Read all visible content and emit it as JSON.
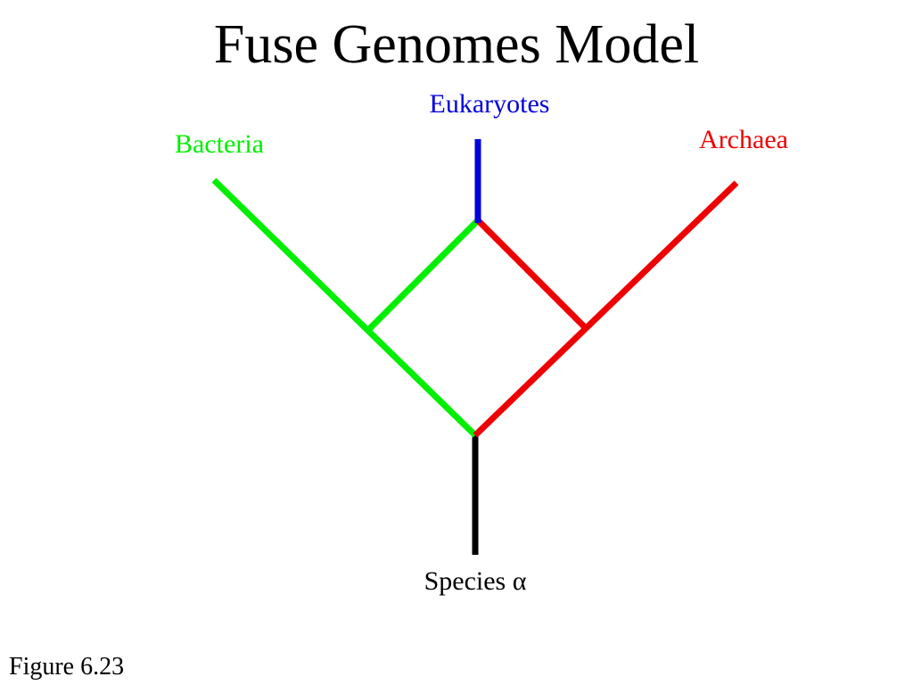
{
  "title": "Fuse Genomes Model",
  "labels": {
    "bacteria": "Bacteria",
    "eukaryotes": "Eukaryotes",
    "archaea": "Archaea",
    "species": "Species α"
  },
  "figure": "Figure 6.23",
  "colors": {
    "bacteria": "#00ee00",
    "eukaryotes": "#0000dd",
    "archaea": "#ee0000",
    "root": "#000000",
    "text": "#000000"
  }
}
